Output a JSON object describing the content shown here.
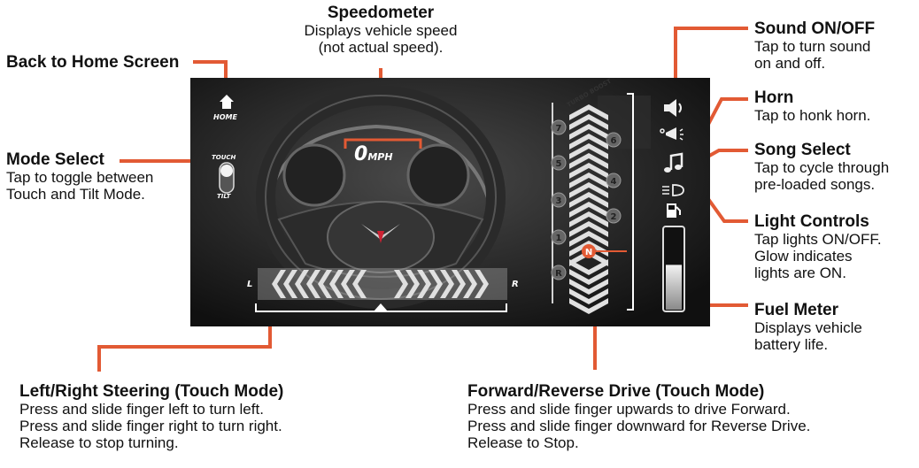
{
  "callouts": {
    "speedometer": {
      "title": "Speedometer",
      "desc1": "Displays vehicle speed",
      "desc2": "(not actual speed)."
    },
    "home": {
      "title": "Back to Home Screen"
    },
    "mode": {
      "title": "Mode Select",
      "desc1": "Tap to toggle between",
      "desc2": "Touch and Tilt Mode."
    },
    "steering": {
      "title": "Left/Right Steering (Touch Mode)",
      "desc1": "Press and slide finger left to turn left.",
      "desc2": "Press and slide finger right to turn right.",
      "desc3": "Release to stop turning."
    },
    "drive": {
      "title": "Forward/Reverse Drive (Touch Mode)",
      "desc1": "Press and slide finger upwards to drive Forward.",
      "desc2": "Press and slide finger downward for Reverse Drive.",
      "desc3": "Release to Stop."
    },
    "sound": {
      "title": "Sound ON/OFF",
      "desc1": "Tap to turn sound",
      "desc2": "on and off."
    },
    "horn": {
      "title": "Horn",
      "desc1": "Tap to honk horn."
    },
    "song": {
      "title": "Song Select",
      "desc1": "Tap to cycle through",
      "desc2": "pre-loaded songs."
    },
    "light": {
      "title": "Light Controls",
      "desc1": "Tap lights ON/OFF.",
      "desc2": "Glow indicates",
      "desc3": "lights are ON."
    },
    "fuel": {
      "title": "Fuel Meter",
      "desc1": "Displays vehicle",
      "desc2": "battery life."
    }
  },
  "screen": {
    "home_label": "HOME",
    "mode_touch_label": "TOUCH",
    "mode_tilt_label": "TILT",
    "speed_value": "0",
    "speed_unit": "MPH",
    "steer_left_label": "L",
    "steer_right_label": "R",
    "turbo_label": "TURBO BOOST",
    "neutral_label": "N",
    "reverse_label": "R",
    "gear_numbers": [
      "7",
      "6",
      "5",
      "4",
      "3",
      "2",
      "1"
    ],
    "fuel_level": 0.55
  },
  "colors": {
    "accent": "#e25a34",
    "screen_bg": "#1b1b1b",
    "chevron": "#e0e0e0"
  },
  "icons": [
    "home-icon",
    "speaker-icon",
    "horn-icon",
    "music-note-icon",
    "headlight-icon",
    "fuel-pump-icon",
    "steering-wheel-icon",
    "corvette-logo-icon"
  ]
}
